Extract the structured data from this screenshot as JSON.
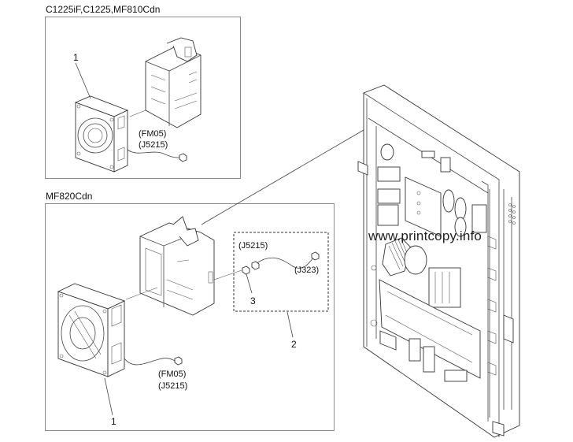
{
  "diagram": {
    "type": "exploded-parts-view",
    "watermark": "www.printcopy.info",
    "panels": [
      {
        "title": "C1225iF,C1225,MF810Cdn",
        "callouts": [
          {
            "number": "1",
            "part": "fan"
          }
        ],
        "connector_labels": [
          "(FM05)",
          "(J5215)"
        ]
      },
      {
        "title": "MF820Cdn",
        "callouts": [
          {
            "number": "1",
            "part": "fan"
          },
          {
            "number": "2",
            "part": "cable-assembly"
          },
          {
            "number": "3",
            "part": "connector"
          }
        ],
        "connector_labels": [
          "(FM05)",
          "(J5215)"
        ],
        "cable_labels": [
          "(J5215)",
          "(J323)"
        ]
      }
    ]
  }
}
